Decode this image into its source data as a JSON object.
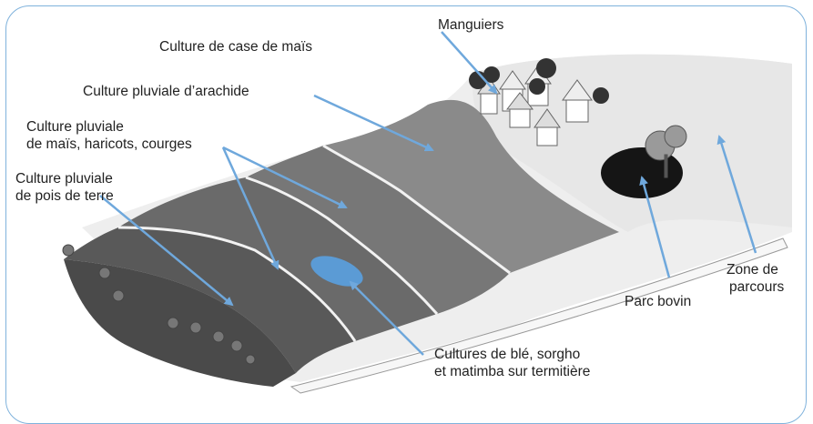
{
  "labels": {
    "manguiers": "Manguiers",
    "culture_case": "Culture de case de maïs",
    "arachide": "Culture pluviale d’arachide",
    "mais_line1": "Culture pluviale",
    "mais_line2": "de maïs, haricots, courges",
    "pois_line1": "Culture pluviale",
    "pois_line2": "de pois de terre",
    "zone_line1": "Zone de",
    "zone_line2": "parcours",
    "parc_bovin": "Parc bovin",
    "termitiere_line1": "Cultures de blé, sorgho",
    "termitiere_line2": "et matimba sur termitière"
  },
  "colors": {
    "arrow": "#6fa8dc",
    "frame": "#7fb2dc",
    "termitiere": "#5b9bd5"
  }
}
